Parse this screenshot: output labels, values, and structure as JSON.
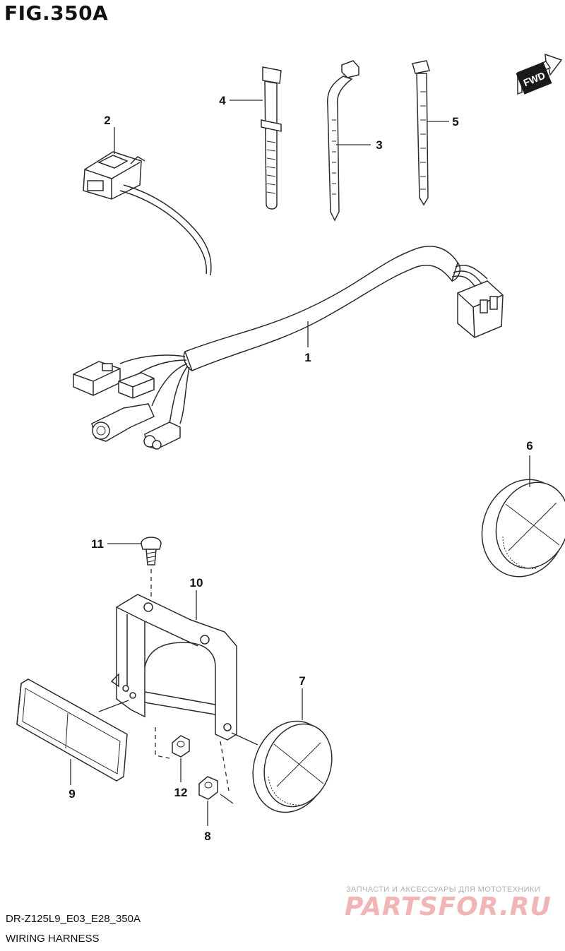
{
  "figure": {
    "title": "FIG.350A",
    "code": "DR-Z125L9_E03_E28_350A",
    "name": "WIRING HARNESS",
    "direction_label": "FWD"
  },
  "callouts": [
    "1",
    "2",
    "3",
    "4",
    "5",
    "6",
    "7",
    "8",
    "9",
    "10",
    "11",
    "12"
  ],
  "parts": [
    {
      "callout": "1",
      "kind": "wiring-harness"
    },
    {
      "callout": "2",
      "kind": "switch"
    },
    {
      "callout": "3",
      "kind": "cable-tie"
    },
    {
      "callout": "4",
      "kind": "clamp-tie"
    },
    {
      "callout": "5",
      "kind": "cable-tie"
    },
    {
      "callout": "6",
      "kind": "round-reflector"
    },
    {
      "callout": "7",
      "kind": "round-reflector"
    },
    {
      "callout": "8",
      "kind": "nut"
    },
    {
      "callout": "9",
      "kind": "rectangular-reflector"
    },
    {
      "callout": "10",
      "kind": "bracket"
    },
    {
      "callout": "11",
      "kind": "screw"
    },
    {
      "callout": "12",
      "kind": "nut"
    }
  ],
  "watermark": {
    "subtitle": "ЗАПЧАСТИ И АКСЕССУАРЫ ДЛЯ МОТОТЕХНИКИ",
    "logo": "PARTSFOR.RU"
  }
}
